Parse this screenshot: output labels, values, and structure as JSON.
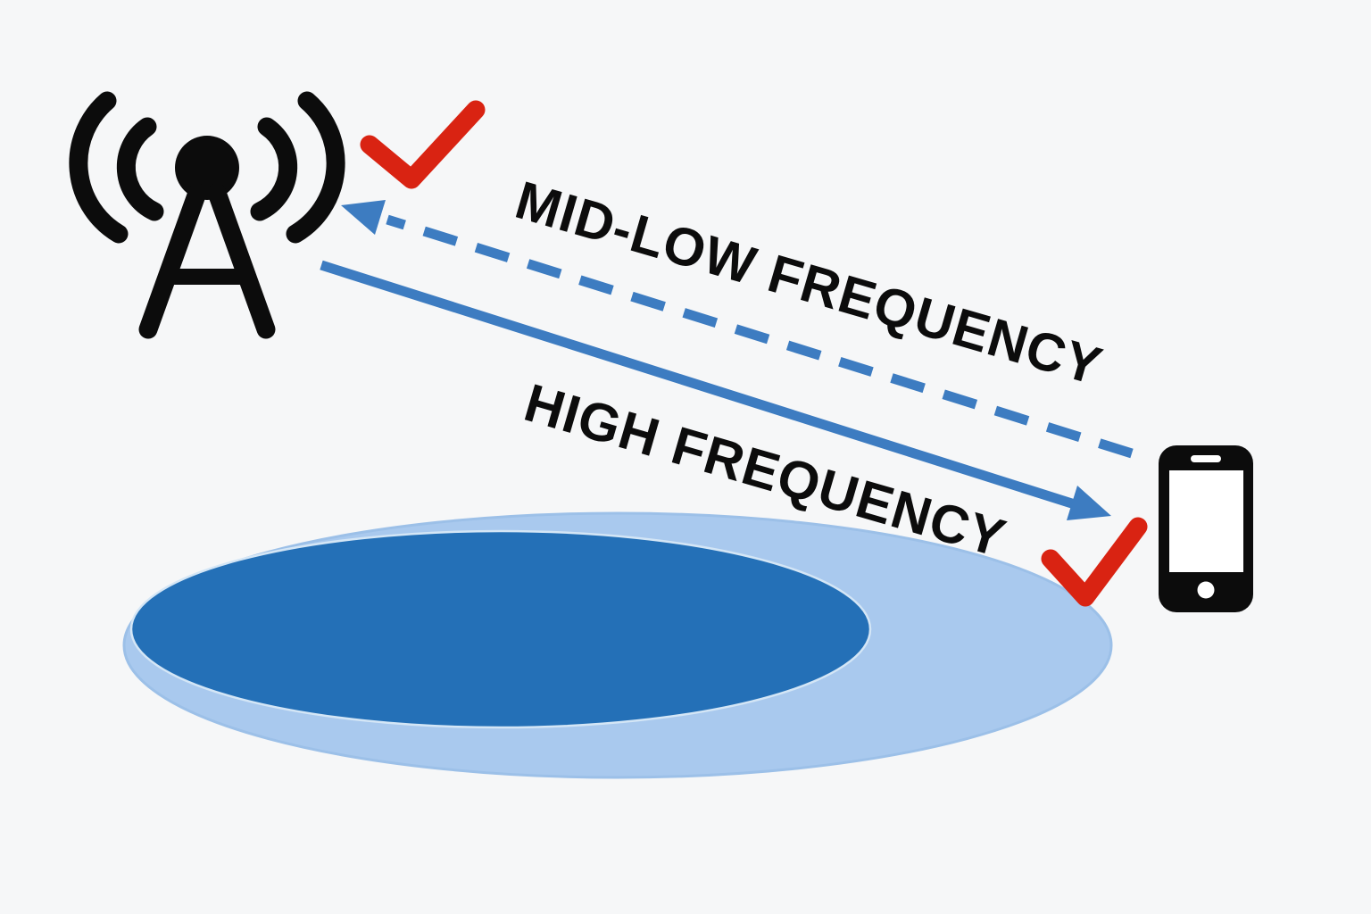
{
  "diagram": {
    "description": "Cellular network frequency coverage diagram",
    "background_color": "#f6f7f8",
    "tower": {
      "icon": "cell-tower-icon",
      "color": "#0c0c0c",
      "checked": true
    },
    "phone": {
      "icon": "smartphone-icon",
      "color": "#0c0c0c",
      "checked": true
    },
    "check_color": "#d92312",
    "links": [
      {
        "label": "MID-LOW FREQUENCY",
        "style": "dashed",
        "direction": "phone-to-tower",
        "color": "#3d7cc1"
      },
      {
        "label": "HIGH FREQUENCY",
        "style": "solid",
        "direction": "tower-to-phone",
        "color": "#3d7cc1"
      }
    ],
    "coverage": [
      {
        "name": "mid-low-frequency-coverage",
        "shape": "ellipse",
        "color": "#a9c9ee",
        "edge_color": "#9cc0e8"
      },
      {
        "name": "high-frequency-coverage",
        "shape": "ellipse",
        "color": "#2470b7",
        "edge_color": "#d4e6f6"
      }
    ]
  }
}
